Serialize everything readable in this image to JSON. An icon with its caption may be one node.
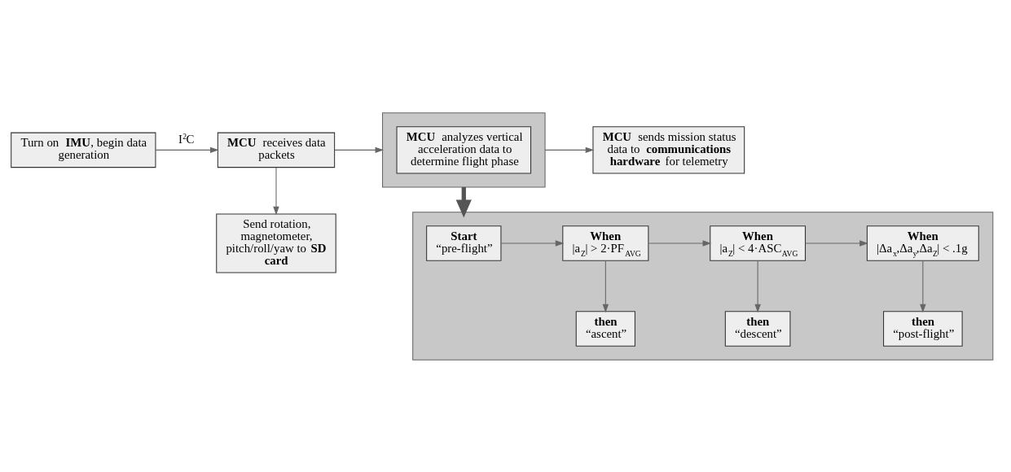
{
  "diagram": {
    "nodes": [
      {
        "text": [
          "Turn on **IMU**, begin data generation"
        ]
      },
      {
        "text": [
          "**MCU** receives data packets"
        ]
      },
      {
        "text": [
          "Send rotation, magnetometer, pitch/roll/yaw to **SD card**"
        ]
      },
      {
        "text": [],
        "shape": "box"
      },
      {
        "text": [
          "**MCU** analyzes vertical acceleration data to determine flight phase"
        ],
        "in": 3
      },
      {
        "text": [
          "**MCU** sends mission status data to **communications hardware** for telemetry"
        ]
      },
      {
        "text": [],
        "shape": "box"
      },
      {
        "text": [
          "Start",
          "“pre-flight”"
        ],
        "in": 6
      },
      {
        "text": [
          "When",
          "|a$_{Z}$| > 2·PF$_{AVG}$"
        ],
        "in": 6
      },
      {
        "text": [
          "When",
          "|a$_{Z}$| < 4·ASC$_{AVG}$"
        ],
        "in": 6
      },
      {
        "text": [
          "When",
          "|Δa$_{x}$,Δa$_{y}$,Δa$_{Z}$| < .1g"
        ],
        "in": 6
      },
      {
        "text": [
          "then",
          "“ascent”"
        ],
        "in": 6
      },
      {
        "text": [
          "then",
          "“descent”"
        ],
        "in": 6
      },
      {
        "text": [
          "then",
          "“post-flight”"
        ],
        "in": 6
      }
    ],
    "edges": [
      {
        "from": 0,
        "to": 1,
        "arrow": "to",
        "label": "I$^{2}$C"
      },
      {
        "from": 1,
        "to": 2,
        "arrow": "to"
      },
      {
        "from": 1,
        "to": 3,
        "arrow": "to"
      },
      {
        "from": 3,
        "to": 5,
        "arrow": "to"
      },
      {
        "from": 3,
        "to": 6,
        "arrow": "to",
        "style": "thick",
        "color": "#555555"
      },
      {
        "from": 7,
        "to": 8,
        "arrow": "to"
      },
      {
        "from": 8,
        "to": 9,
        "arrow": "to"
      },
      {
        "from": 9,
        "to": 10,
        "arrow": "to"
      },
      {
        "from": 8,
        "to": 11,
        "arrow": "to"
      },
      {
        "from": 9,
        "to": 12,
        "arrow": "to"
      },
      {
        "from": 10,
        "to": 13,
        "arrow": "to"
      }
    ]
  }
}
